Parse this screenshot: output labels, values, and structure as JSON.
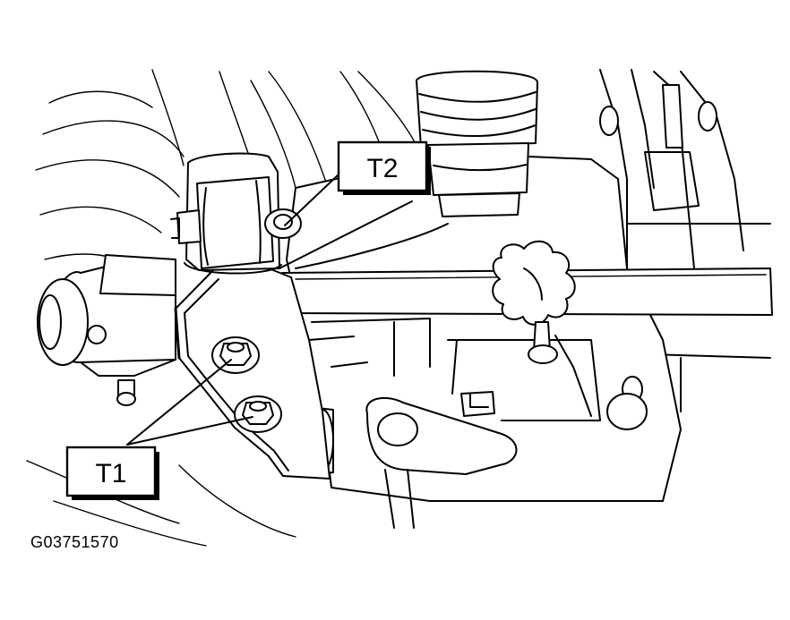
{
  "labels": {
    "t2": "T2",
    "t1": "T1"
  },
  "figure_code": "G03751570",
  "colors": {
    "line": "#000000",
    "background": "#ffffff"
  }
}
